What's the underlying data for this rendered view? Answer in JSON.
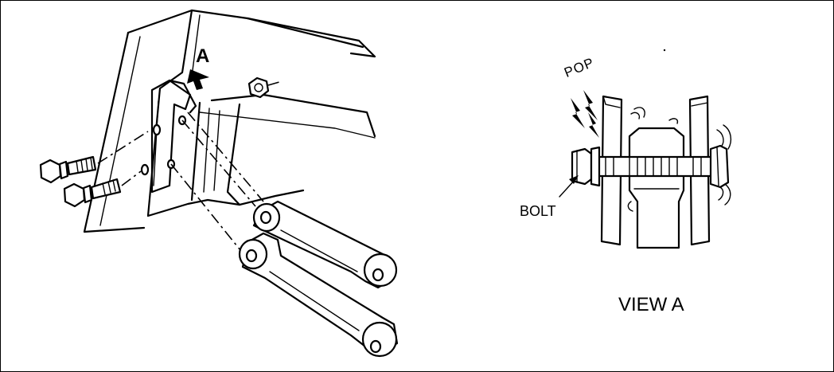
{
  "labels": {
    "view_arrow": "A",
    "sound": "POP",
    "bolt": "BOLT",
    "view_caption": "VIEW A"
  },
  "colors": {
    "ink": "#000000",
    "paper": "#ffffff"
  },
  "icons": [
    "arrow-icon",
    "bolt-icon",
    "nut-icon",
    "link-arm-icon",
    "motion-lines-icon"
  ]
}
